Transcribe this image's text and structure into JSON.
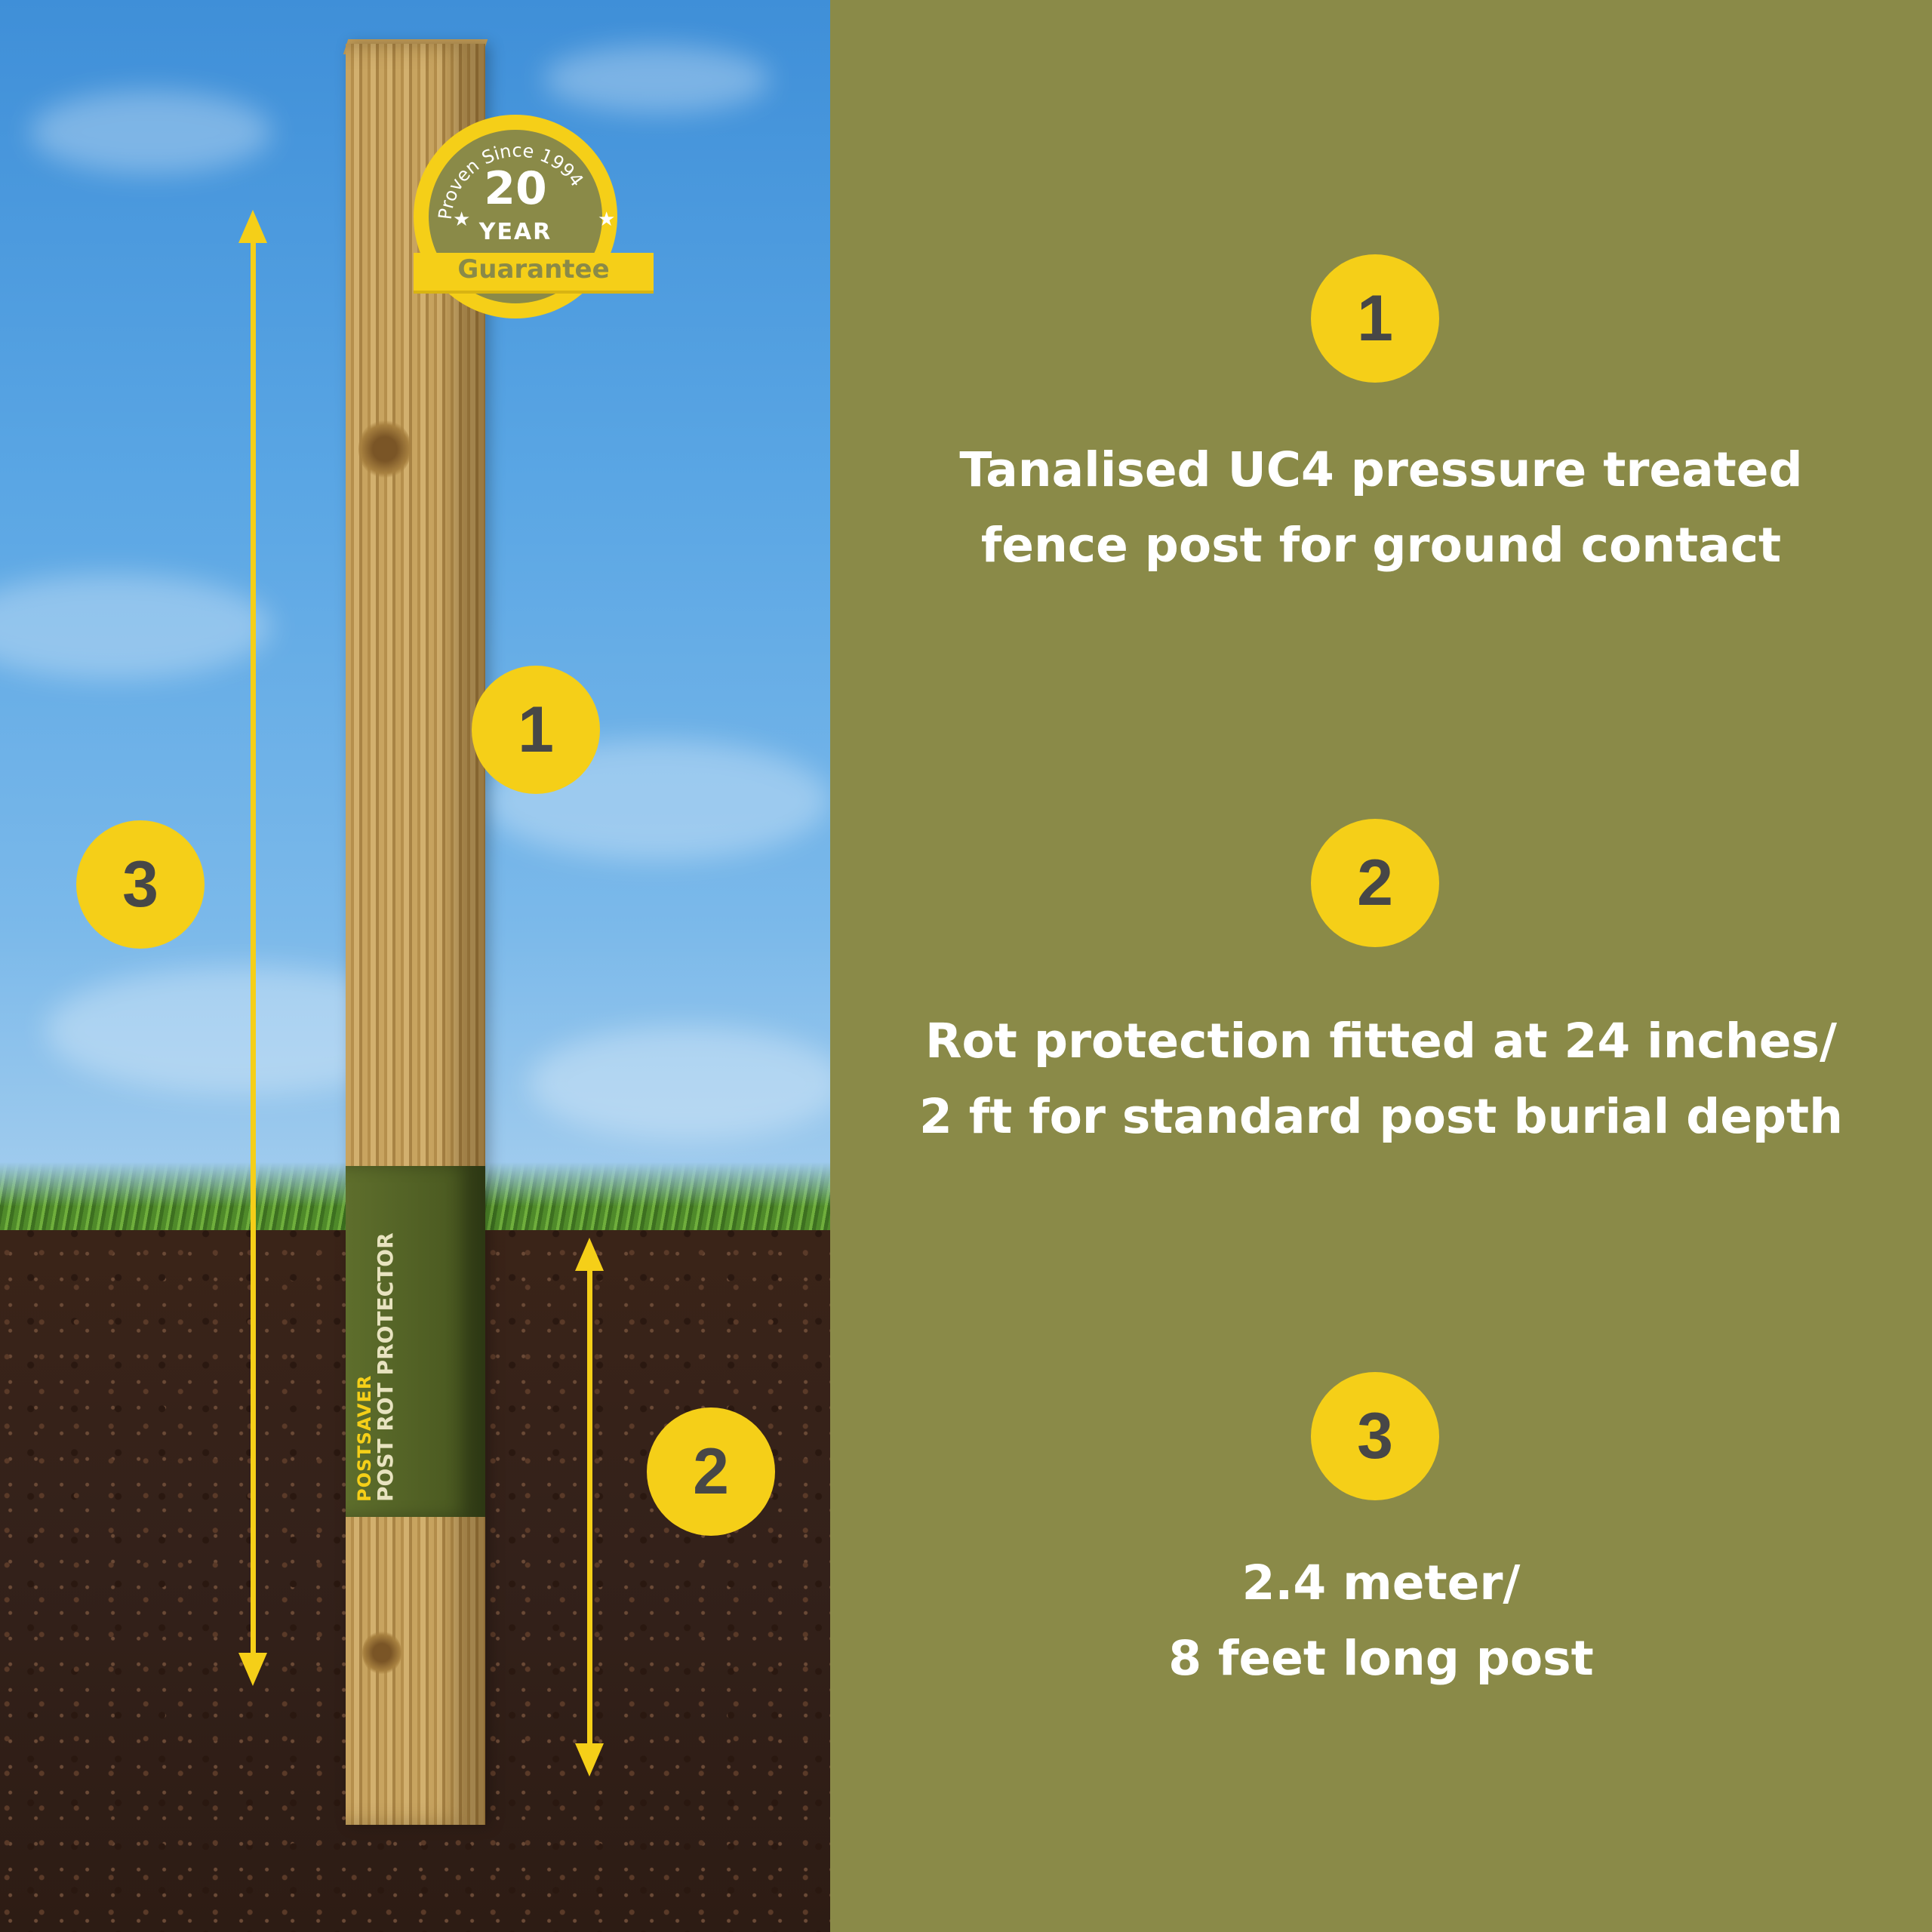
{
  "badge": {
    "arc_text": "Proven Since 1994",
    "number": "20",
    "unit": "YEAR",
    "ribbon": "Guarantee"
  },
  "sleeve": {
    "brand": "POSTSAVER",
    "product": "POST ROT PROTECTOR"
  },
  "markers": [
    {
      "number": "1"
    },
    {
      "number": "2"
    },
    {
      "number": "3"
    }
  ],
  "features": [
    {
      "number": "1",
      "line1": "Tanalised UC4 pressure treated",
      "line2": "fence post for ground contact"
    },
    {
      "number": "2",
      "line1": "Rot protection fitted at 24 inches/",
      "line2": "2 ft for standard post burial depth"
    },
    {
      "number": "3",
      "line1": "2.4 meter/",
      "line2": "8 feet long post"
    }
  ],
  "colors": {
    "accent_yellow": "#f5cf18",
    "panel_olive": "#8a8a48",
    "number_gray": "#474747"
  }
}
